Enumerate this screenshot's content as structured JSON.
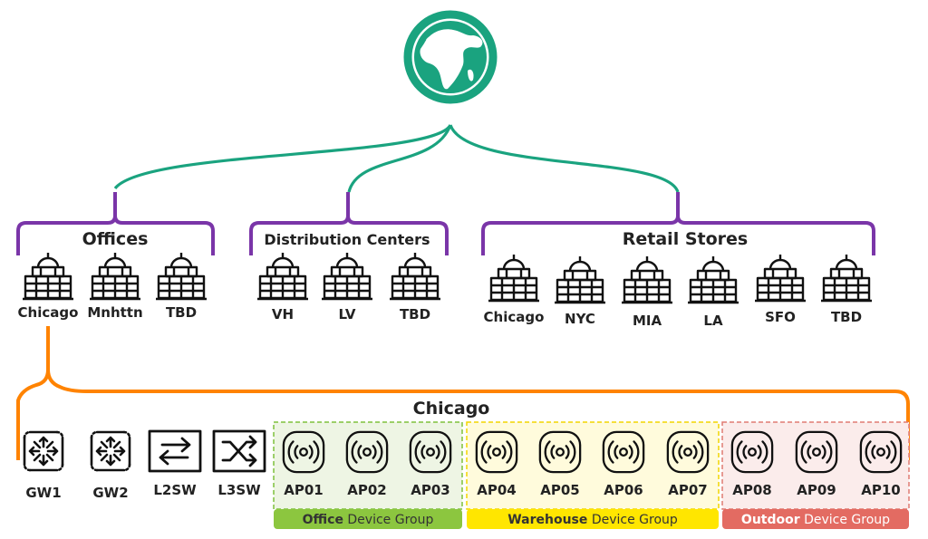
{
  "colors": {
    "teal": "#1aa37f",
    "purple": "#7a35a8",
    "orange": "#ff8300",
    "office_bg": "#eef5e4",
    "office_border": "#7fc13c",
    "office_band": "#8cc63f",
    "warehouse_bg": "#fffbdc",
    "warehouse_border": "#f2d600",
    "warehouse_band": "#ffe600",
    "outdoor_bg": "#fbeceb",
    "outdoor_border": "#e07b73",
    "outdoor_band": "#e36b62"
  },
  "root": {
    "icon": "globe-icon"
  },
  "groups": {
    "offices": {
      "title": "Offices",
      "sites": [
        "Chicago",
        "Mnhttn",
        "TBD"
      ]
    },
    "distribution": {
      "title": "Distribution Centers",
      "sites": [
        "VH",
        "LV",
        "TBD"
      ]
    },
    "retail": {
      "title": "Retail Stores",
      "sites": [
        "Chicago",
        "NYC",
        "MIA",
        "LA",
        "SFO",
        "TBD"
      ]
    }
  },
  "site_detail": {
    "title": "Chicago",
    "devices": [
      "GW1",
      "GW2",
      "L2SW",
      "L3SW"
    ],
    "office_aps": [
      "AP01",
      "AP02",
      "AP03"
    ],
    "warehouse_aps": [
      "AP04",
      "AP05",
      "AP06",
      "AP07"
    ],
    "outdoor_aps": [
      "AP08",
      "AP09",
      "AP10"
    ],
    "device_groups": {
      "office": {
        "bold": "Office",
        "rest": " Device Group"
      },
      "warehouse": {
        "bold": "Warehouse",
        "rest": " Device Group"
      },
      "outdoor": {
        "bold": "Outdoor",
        "rest": " Device Group"
      }
    }
  }
}
